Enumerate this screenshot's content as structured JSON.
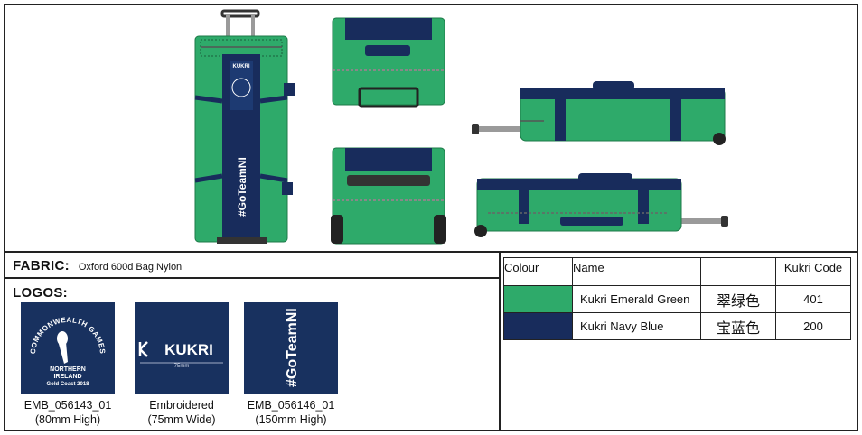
{
  "fabric": {
    "label": "FABRIC:",
    "value": "Oxford 600d Bag Nylon"
  },
  "logos": {
    "label": "LOGOS:",
    "items": [
      {
        "id": "commonwealth",
        "art_text": [
          "COMMONWEALTH GAMES",
          "NORTHERN",
          "IRELAND",
          "Gold Coast 2018"
        ],
        "code": "EMB_056143_01",
        "size": "(80mm High)"
      },
      {
        "id": "kukri",
        "art_text": [
          "KUKRI",
          "75mm"
        ],
        "code": "Embroidered",
        "size": "(75mm Wide)"
      },
      {
        "id": "goteamni",
        "art_text": [
          "#GoTeamNI"
        ],
        "code": "EMB_056146_01",
        "size": "(150mm High)"
      }
    ]
  },
  "colour_table": {
    "headers": {
      "colour": "Colour",
      "name": "Name",
      "chinese": "",
      "code": "Kukri Code"
    },
    "rows": [
      {
        "swatch": "#2eaa6a",
        "name": "Kukri Emerald Green",
        "chinese": "翠绿色",
        "code": "401"
      },
      {
        "swatch": "#182c5c",
        "name": "Kukri Navy Blue",
        "chinese": "宝蓝色",
        "code": "200"
      }
    ]
  },
  "bag_art": {
    "brand_text": "KUKRI",
    "hashtag_text": "#GoTeamNI"
  },
  "colors": {
    "green": "#2eaa6a",
    "navy": "#182c5c",
    "grey": "#9a9a9a",
    "border": "#222222"
  }
}
